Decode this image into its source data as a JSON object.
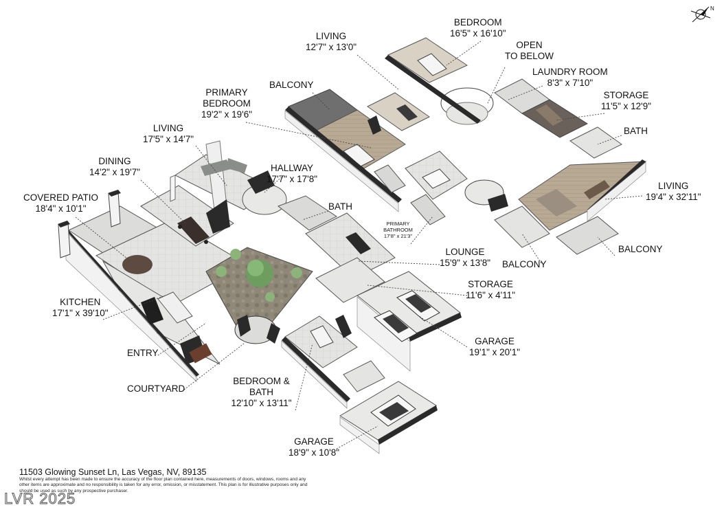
{
  "rooms": [
    {
      "id": "living_upper",
      "name": "LIVING",
      "dim": "12'7\" x 13'0\""
    },
    {
      "id": "bedroom_upper",
      "name": "BEDROOM",
      "dim": "16'5\" x 16'10\""
    },
    {
      "id": "open_below",
      "name": "OPEN",
      "dim": "TO BELOW"
    },
    {
      "id": "laundry",
      "name": "LAUNDRY ROOM",
      "dim": "8'3\" x 7'10\""
    },
    {
      "id": "storage_upper",
      "name": "STORAGE",
      "dim": "11'5\" x 12'9\""
    },
    {
      "id": "bath_upper",
      "name": "BATH",
      "dim": ""
    },
    {
      "id": "balcony_1",
      "name": "BALCONY",
      "dim": ""
    },
    {
      "id": "primary_bedroom",
      "name": "PRIMARY BEDROOM",
      "dim": "19'2\" x 19'6\""
    },
    {
      "id": "living_main",
      "name": "LIVING",
      "dim": "17'5\" x 14'7\""
    },
    {
      "id": "dining",
      "name": "DINING",
      "dim": "14'2\" x 19'7\""
    },
    {
      "id": "hallway",
      "name": "HALLWAY",
      "dim": "17'7\" x 17'8\""
    },
    {
      "id": "covered_patio",
      "name": "COVERED PATIO",
      "dim": "18'4\" x 10'1\""
    },
    {
      "id": "bath_main",
      "name": "BATH",
      "dim": ""
    },
    {
      "id": "living_right",
      "name": "LIVING",
      "dim": "19'4\" x 32'11\""
    },
    {
      "id": "primary_bathroom",
      "name": "PRIMARY BATHROOM",
      "dim": "17'8\" x 21'3\""
    },
    {
      "id": "balcony_2",
      "name": "BALCONY",
      "dim": ""
    },
    {
      "id": "lounge",
      "name": "LOUNGE",
      "dim": "15'9\" x 13'8\""
    },
    {
      "id": "balcony_3",
      "name": "BALCONY",
      "dim": ""
    },
    {
      "id": "storage_main",
      "name": "STORAGE",
      "dim": "11'6\" x 4'11\""
    },
    {
      "id": "kitchen",
      "name": "KITCHEN",
      "dim": "17'1\" x 39'10\""
    },
    {
      "id": "garage_main",
      "name": "GARAGE",
      "dim": "19'1\" x 20'1\""
    },
    {
      "id": "entry",
      "name": "ENTRY",
      "dim": ""
    },
    {
      "id": "courtyard",
      "name": "COURTYARD",
      "dim": ""
    },
    {
      "id": "bedroom_bath",
      "name": "BEDROOM & BATH",
      "dim": "12'10\" x 13'11\""
    },
    {
      "id": "garage_small",
      "name": "GARAGE",
      "dim": "18'9\" x 10'8\""
    }
  ],
  "footer": {
    "address": "11503 Glowing Sunset Ln, Las Vegas, NV, 89135",
    "disclaimer": "Whilst every attempt has been made to ensure the accuracy of the floor plan contained here, measurements of doors, windows, rooms and any other items are approximate and no responsibility is taken for any error, omission, or misstatement. This plan is for illustrative purposes only and should be used as such by any prospective purchaser."
  },
  "watermark": "LVR 2025",
  "compass_label": "N",
  "colors": {
    "wall": "#f4f4f4",
    "wall_dark": "#2a2a2a",
    "floor_light": "#e2e2e0",
    "floor_wood": "#b3a48f",
    "floor_dark": "#6f6f6f",
    "courtyard": "#8c8575",
    "plant": "#7aa96a"
  }
}
